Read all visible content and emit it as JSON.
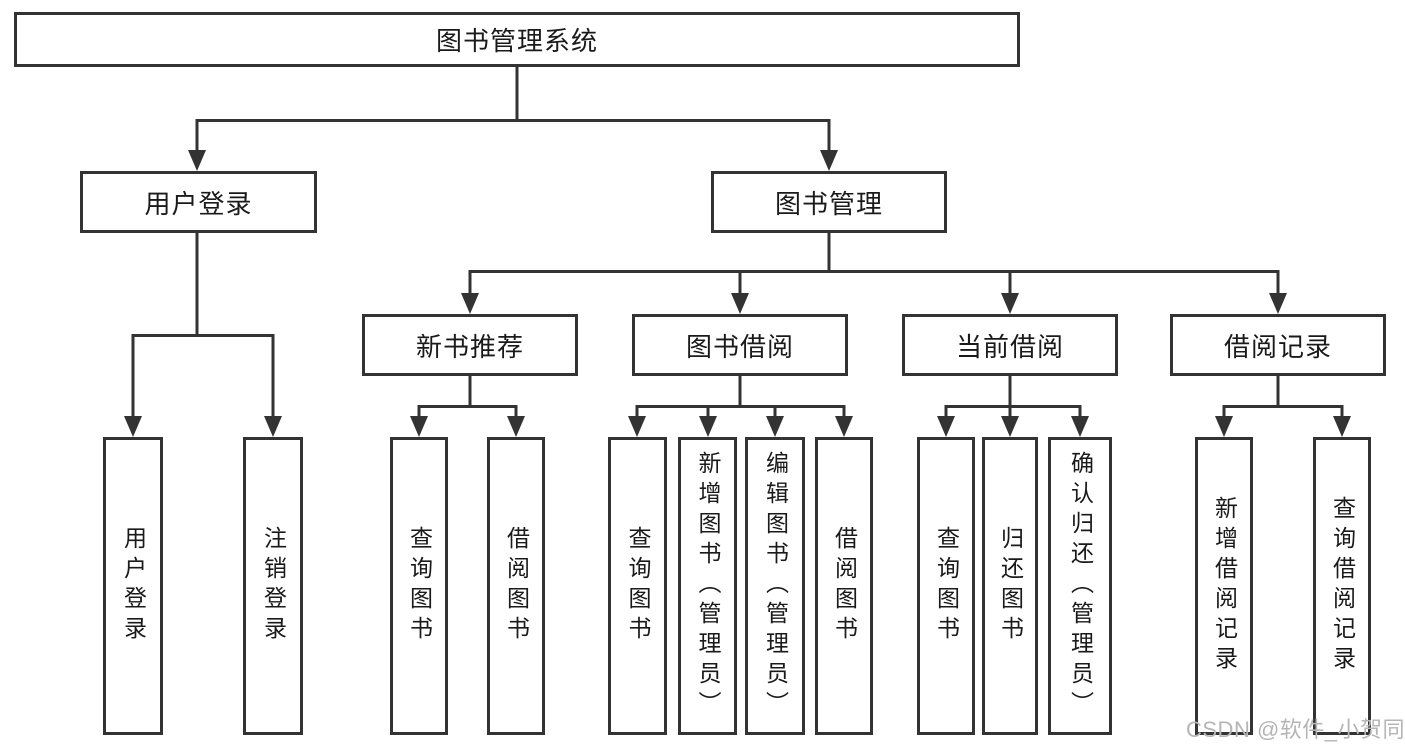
{
  "diagram": {
    "root": {
      "label": "图书管理系统"
    },
    "branches": [
      {
        "label": "用户登录",
        "children": [
          {
            "label": "用户登录"
          },
          {
            "label": "注销登录"
          }
        ]
      },
      {
        "label": "图书管理",
        "children": [
          {
            "label": "新书推荐",
            "children": [
              {
                "label": "查询图书"
              },
              {
                "label": "借阅图书"
              }
            ]
          },
          {
            "label": "图书借阅",
            "children": [
              {
                "label": "查询图书"
              },
              {
                "label": "新增图书（管理员）"
              },
              {
                "label": "编辑图书（管理员）"
              },
              {
                "label": "借阅图书"
              }
            ]
          },
          {
            "label": "当前借阅",
            "children": [
              {
                "label": "查询图书"
              },
              {
                "label": "归还图书"
              },
              {
                "label": "确认归还（管理员）"
              }
            ]
          },
          {
            "label": "借阅记录",
            "children": [
              {
                "label": "新增借阅记录"
              },
              {
                "label": "查询借阅记录"
              }
            ]
          }
        ]
      }
    ]
  },
  "watermark": {
    "text": "CSDN @软件_小贺同学"
  },
  "colors": {
    "line": "#333333",
    "box_border": "#333333",
    "text": "#1a1a1a",
    "watermark": "#b5b5b5",
    "background": "#ffffff"
  }
}
